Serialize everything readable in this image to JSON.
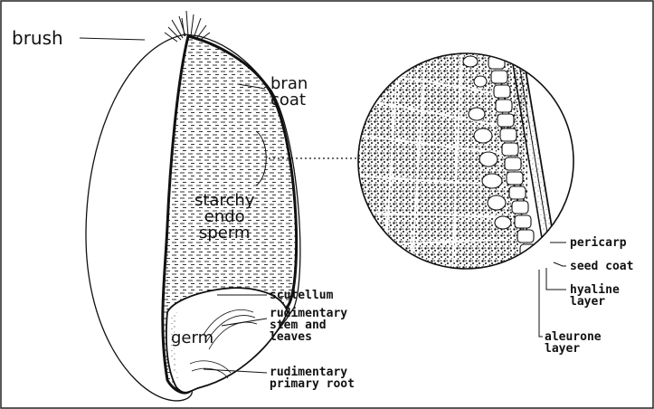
{
  "labels": {
    "brush": "brush",
    "bran_coat": "bran\ncoat",
    "starchy_endosperm": "starchy\nendo\nsperm",
    "germ": "germ",
    "scutellum": "scutellum",
    "stem_leaves": "rudimentary\nstem and\nleaves",
    "primary_root": "rudimentary\nprimary root",
    "pericarp": "pericarp",
    "seed_coat": "seed coat",
    "hyaline_layer": "hyaline\nlayer",
    "aleurone_layer": "aleurone\nlayer"
  },
  "colors": {
    "ink": "#111111",
    "paper": "#ffffff",
    "frame": "#222222"
  }
}
